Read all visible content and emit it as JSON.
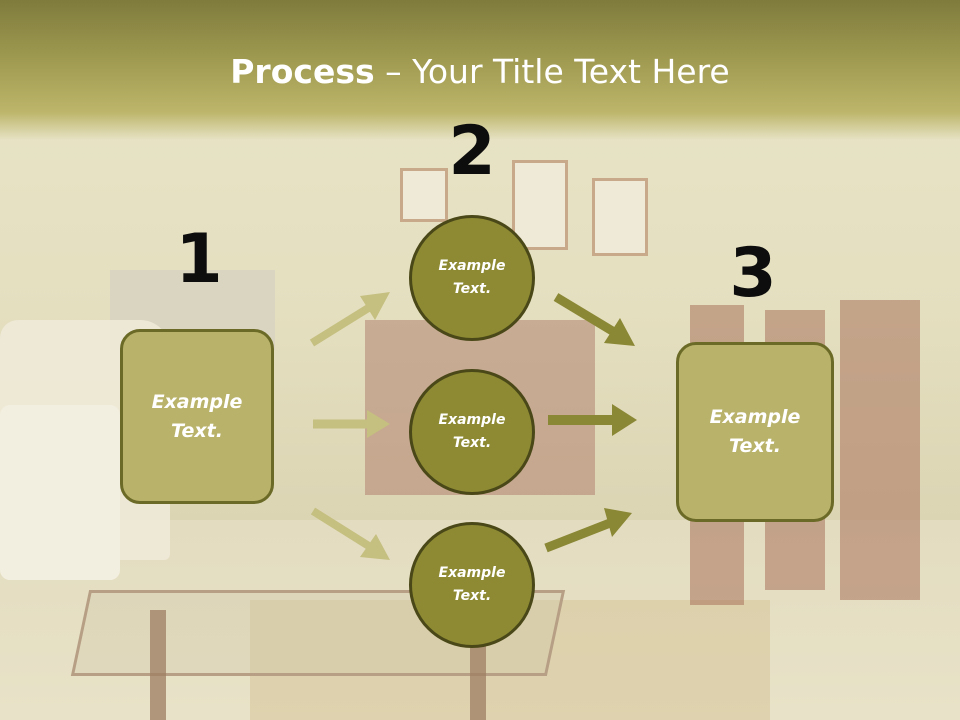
{
  "title": {
    "bold": "Process",
    "rest": " – Your Title Text Here"
  },
  "steps": [
    {
      "number": "1",
      "text": "Example Text."
    },
    {
      "number": "2",
      "text": ""
    },
    {
      "number": "3",
      "text": "Example Text."
    }
  ],
  "circles": [
    {
      "text": "Example Text."
    },
    {
      "text": "Example Text."
    },
    {
      "text": "Example Text."
    }
  ],
  "colors": {
    "title_bar": "#a19c52",
    "box_fill": "#b9b26a",
    "circle_fill": "#8d8a33",
    "arrow_left": "#c5bf80",
    "arrow_right": "#8a8735"
  }
}
